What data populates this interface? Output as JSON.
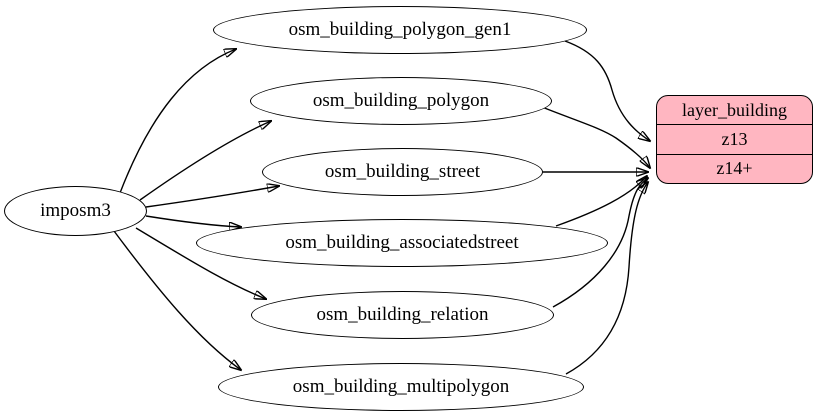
{
  "diagram": {
    "background_color": "#ffffff",
    "node_stroke_color": "#000000",
    "edge_color": "#000000",
    "source_node": {
      "label": "imposm3"
    },
    "table_nodes": [
      {
        "label": "osm_building_polygon_gen1"
      },
      {
        "label": "osm_building_polygon"
      },
      {
        "label": "osm_building_street"
      },
      {
        "label": "osm_building_associatedstreet"
      },
      {
        "label": "osm_building_relation"
      },
      {
        "label": "osm_building_multipolygon"
      }
    ],
    "layer_node": {
      "title": "layer_building",
      "rows": [
        "z13",
        "z14+"
      ],
      "fill_color": "#ffb6c1",
      "stroke_color": "#000000"
    },
    "edges": [
      {
        "from": "imposm3",
        "to": "osm_building_polygon_gen1"
      },
      {
        "from": "imposm3",
        "to": "osm_building_polygon"
      },
      {
        "from": "imposm3",
        "to": "osm_building_street"
      },
      {
        "from": "imposm3",
        "to": "osm_building_associatedstreet"
      },
      {
        "from": "imposm3",
        "to": "osm_building_relation"
      },
      {
        "from": "imposm3",
        "to": "osm_building_multipolygon"
      },
      {
        "from": "osm_building_polygon_gen1",
        "to": "layer_building / z13"
      },
      {
        "from": "osm_building_polygon",
        "to": "layer_building / z14+"
      },
      {
        "from": "osm_building_street",
        "to": "layer_building / z14+"
      },
      {
        "from": "osm_building_associatedstreet",
        "to": "layer_building / z14+"
      },
      {
        "from": "osm_building_relation",
        "to": "layer_building / z14+"
      },
      {
        "from": "osm_building_multipolygon",
        "to": "layer_building / z14+"
      }
    ]
  }
}
